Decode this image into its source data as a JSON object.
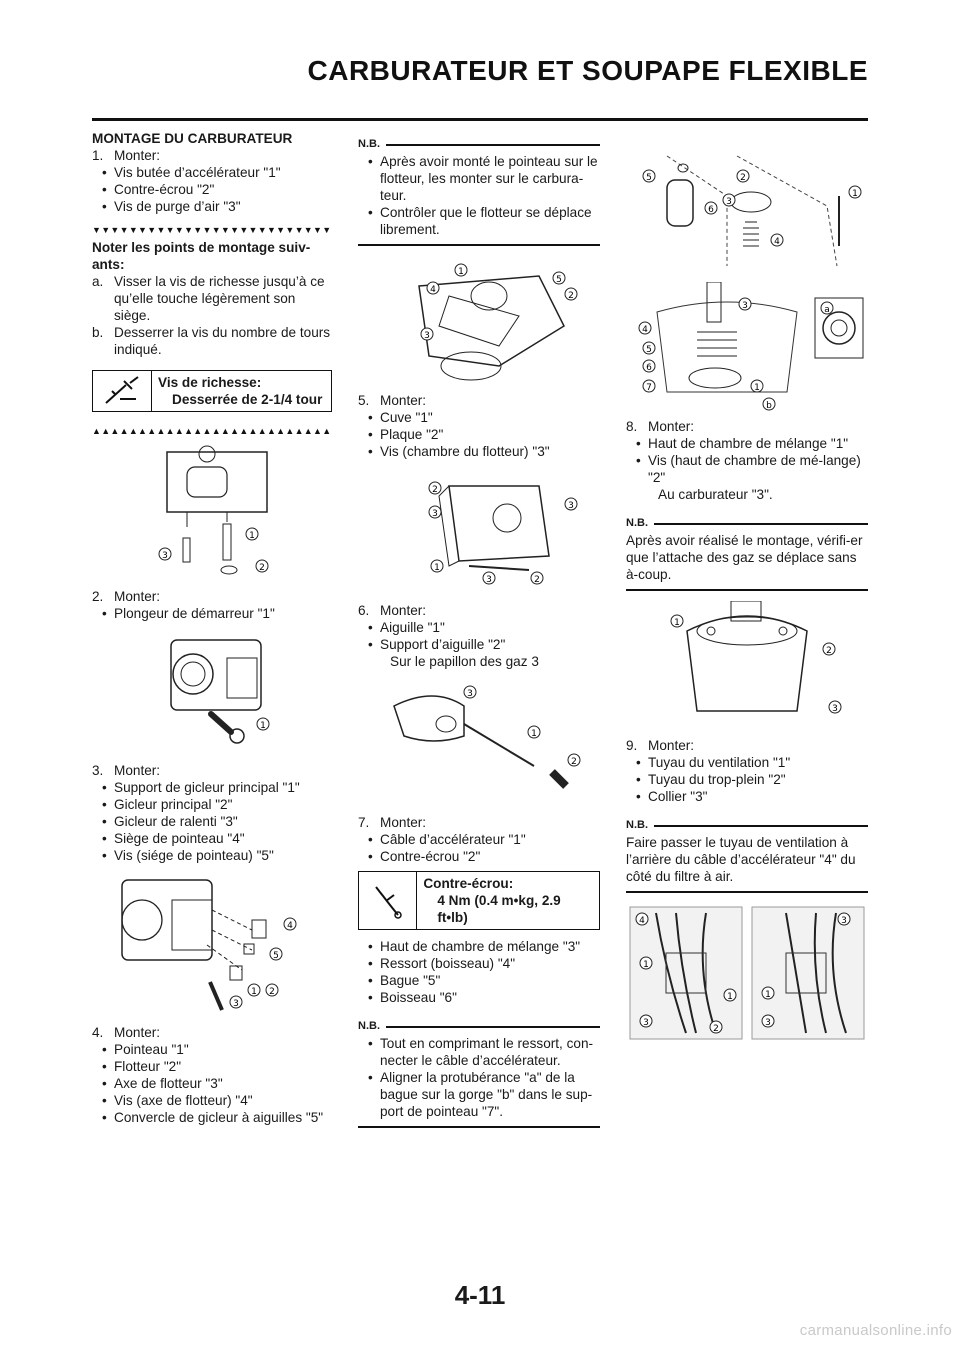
{
  "header": {
    "title": "CARBURATEUR ET SOUPAPE FLEXIBLE"
  },
  "col1": {
    "heading": "MONTAGE DU CARBURATEUR",
    "step1": {
      "num": "1.",
      "text": "Monter:",
      "items": [
        "Vis butée d’accélérateur  \"1\"",
        "Contre-écrou \"2\"",
        "Vis de purge d’air \"3\""
      ]
    },
    "tri_down": "▼▼▼▼▼▼▼▼▼▼▼▼▼▼▼▼▼▼▼▼▼▼▼▼▼▼",
    "note_heading": "Noter les points de montage suiv-ants:",
    "sub_a": {
      "num": "a.",
      "text": "Visser la vis de richesse jusqu’à ce qu’elle touche légèrement son siège."
    },
    "sub_b": {
      "num": "b.",
      "text": "Desserrer la vis du nombre de tours indiqué."
    },
    "spec": {
      "label": "Vis de richesse:",
      "value": "Desserrée de 2-1/4 tour"
    },
    "tri_up": "▲▲▲▲▲▲▲▲▲▲▲▲▲▲▲▲▲▲▲▲▲▲▲▲▲▲",
    "step2": {
      "num": "2.",
      "text": "Monter:",
      "items": [
        "Plongeur de démarreur \"1\""
      ]
    },
    "step3": {
      "num": "3.",
      "text": "Monter:",
      "items": [
        "Support de gicleur principal \"1\"",
        "Gicleur principal \"2\"",
        "Gicleur de ralenti \"3\"",
        "Siège de pointeau \"4\"",
        "Vis (siége de pointeau) \"5\""
      ]
    },
    "step4": {
      "num": "4.",
      "text": "Monter:",
      "items": [
        "Pointeau \"1\"",
        "Flotteur \"2\"",
        "Axe de flotteur \"3\"",
        "Vis (axe de flotteur) \"4\"",
        "Convercle de gicleur à aiguilles \"5\""
      ]
    }
  },
  "col2": {
    "nb1": {
      "label": "N.B.",
      "items": [
        "Après avoir monté le pointeau sur le flotteur, les monter sur le carbura-teur.",
        "Contrôler que le flotteur se déplace librement."
      ]
    },
    "step5": {
      "num": "5.",
      "text": "Monter:",
      "items": [
        "Cuve \"1\"",
        "Plaque \"2\"",
        "Vis (chambre du flotteur) \"3\""
      ]
    },
    "step6": {
      "num": "6.",
      "text": "Monter:",
      "items": [
        "Aiguille \"1\"",
        "Support d’aiguille \"2\""
      ],
      "extra": "Sur le papillon des gaz 3"
    },
    "step7": {
      "num": "7.",
      "text": "Monter:",
      "items": [
        "Câble d’accélérateur \"1\"",
        "Contre-écrou \"2\""
      ]
    },
    "spec": {
      "label": "Contre-écrou:",
      "value": "4 Nm (0.4 m•kg, 2.9 ft•lb)"
    },
    "step7b": {
      "items": [
        "Haut de chambre de mélange \"3\"",
        "Ressort (boisseau) \"4\"",
        "Bague \"5\"",
        "Boisseau  \"6\""
      ]
    },
    "nb2": {
      "label": "N.B.",
      "items": [
        "Tout en comprimant le ressort, con-necter le câble d’accélérateur.",
        "Aligner la protubérance \"a\" de la bague sur la gorge \"b\" dans le sup-port de pointeau \"7\"."
      ]
    }
  },
  "col3": {
    "step8": {
      "num": "8.",
      "text": "Monter:",
      "items": [
        "Haut de chambre de mélange \"1\"",
        "Vis (haut de chambre de mé-lange) \"2\""
      ],
      "extra": "Au carburateur \"3\"."
    },
    "nb1": {
      "label": "N.B.",
      "text": "Après avoir réalisé le montage, vérifi-er que l’attache des gaz se déplace sans à-coup."
    },
    "step9": {
      "num": "9.",
      "text": "Monter:",
      "items": [
        "Tuyau du ventilation \"1\"",
        "Tuyau du trop-plein \"2\"",
        "Collier \"3\""
      ]
    },
    "nb2": {
      "label": "N.B.",
      "text": "Faire passer le tuyau de ventilation à l’arrière du câble d’accélérateur \"4\" du côté du filtre à air."
    }
  },
  "callouts": {
    "c1": "1",
    "c2": "2",
    "c3": "3",
    "c4": "4",
    "c5": "5",
    "c6": "6",
    "c7": "7",
    "ca": "a",
    "cb": "b"
  },
  "footer": {
    "page_number": "4-11",
    "url": "carmanualsonline.info"
  }
}
